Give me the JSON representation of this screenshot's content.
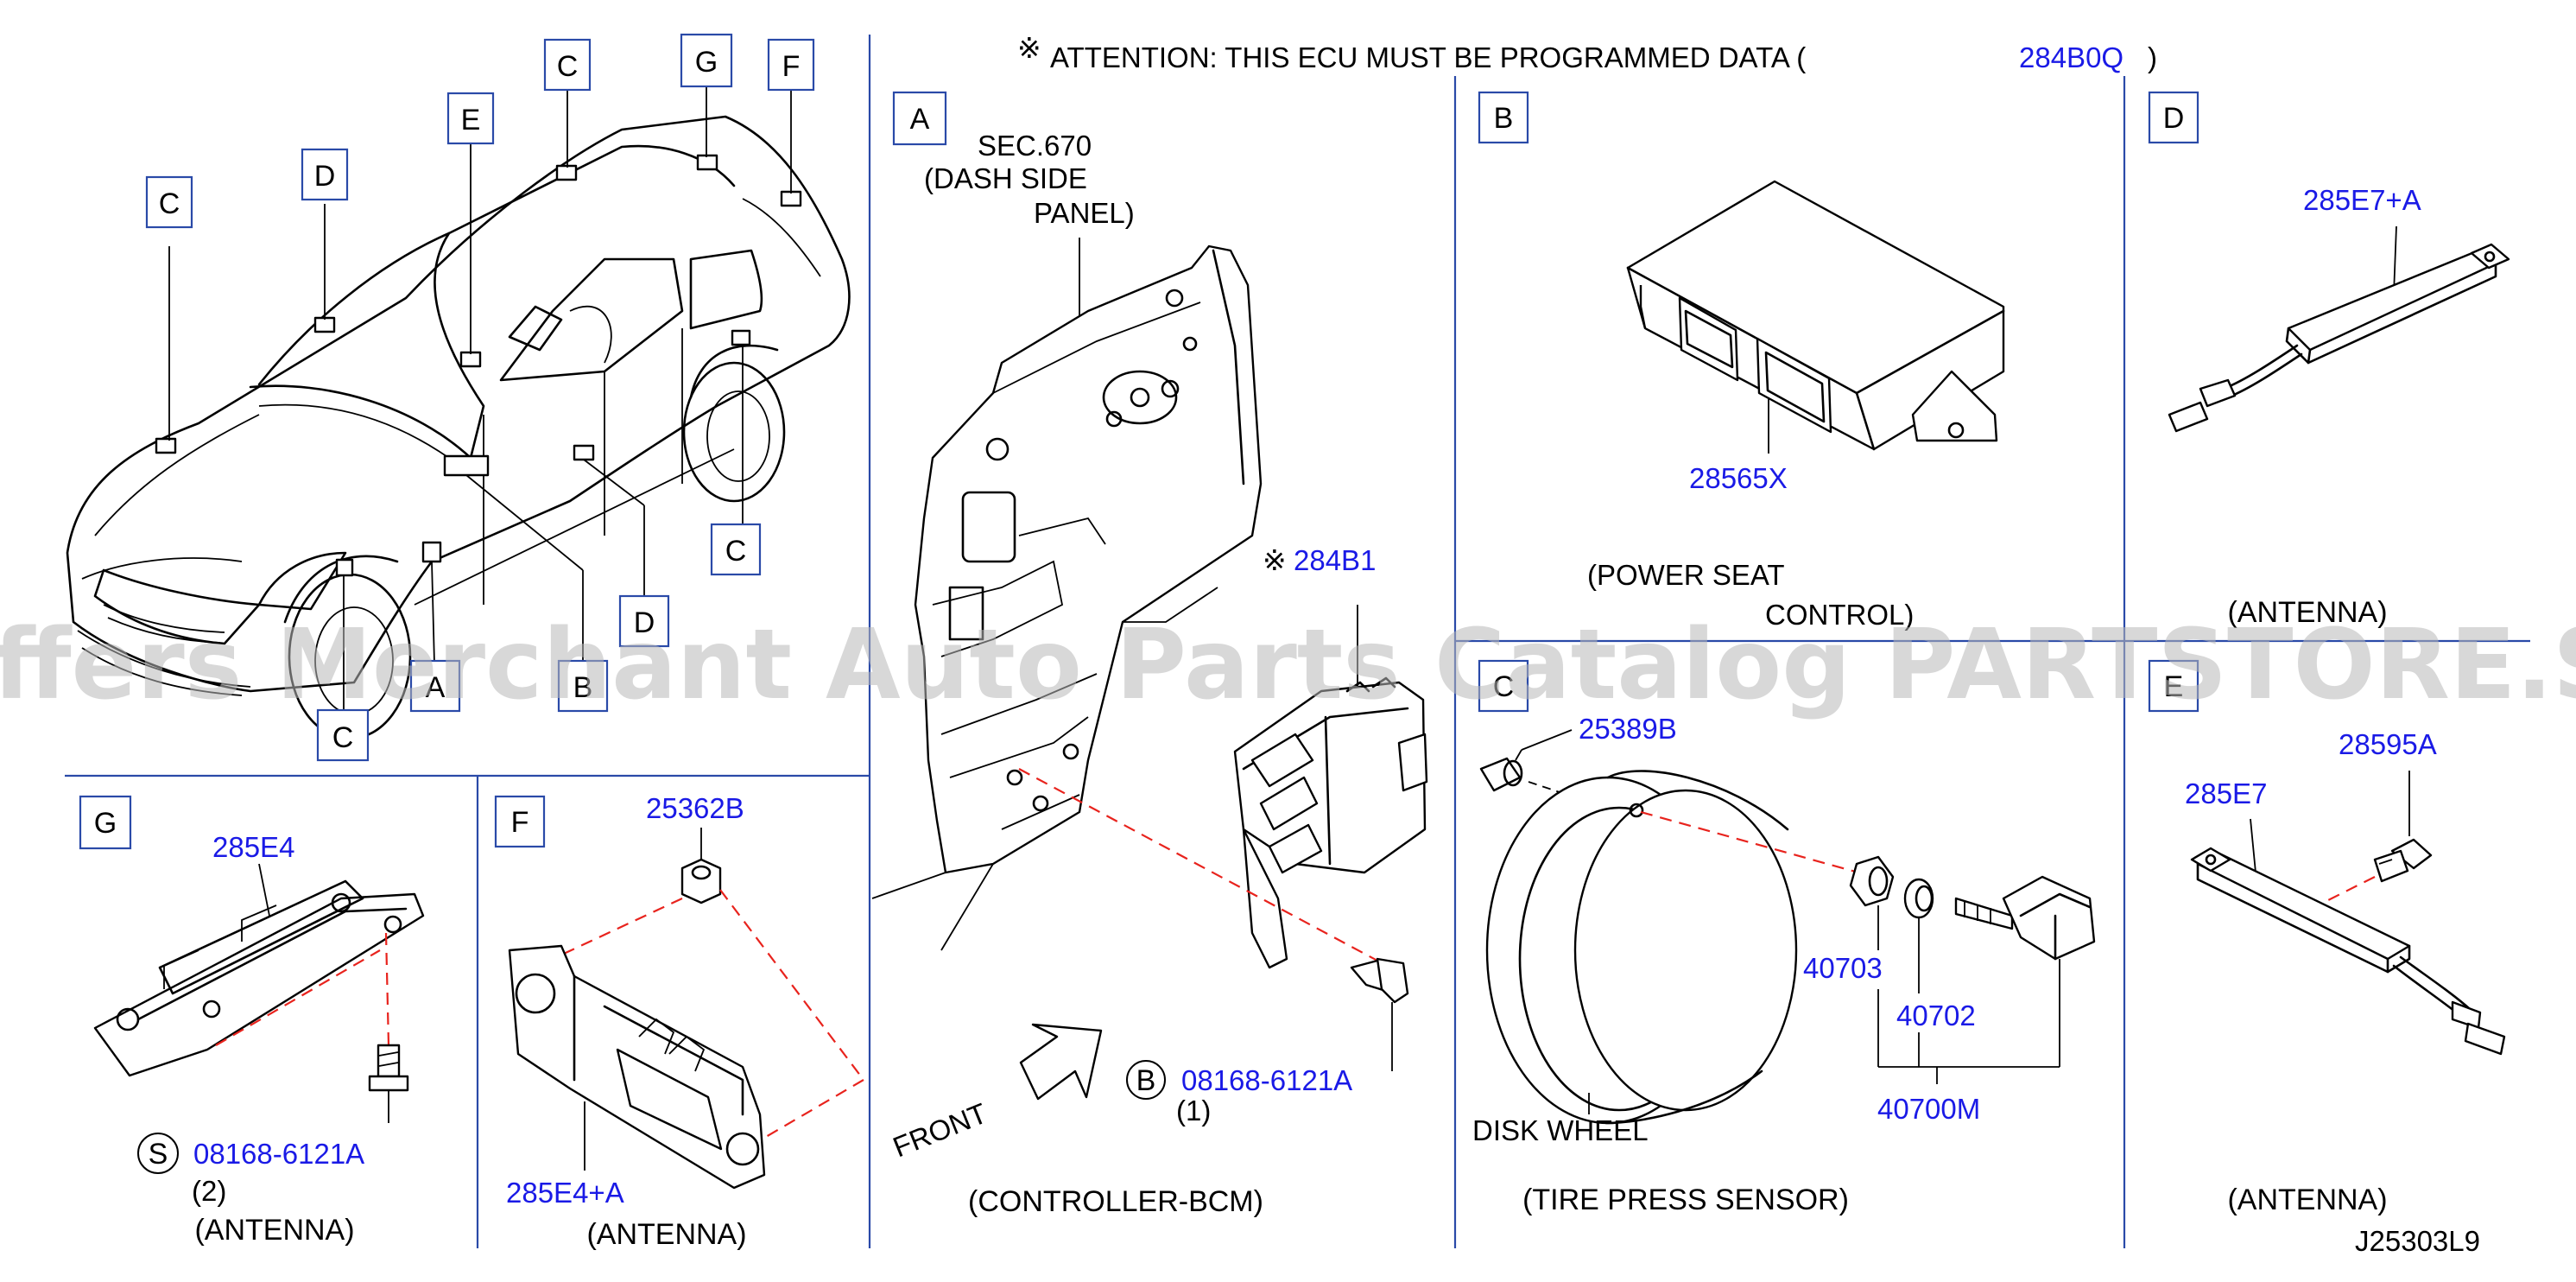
{
  "header": {
    "mark": "※",
    "attention": "ATTENTION:  THIS  ECU  MUST  BE  PROGRAMMED  DATA  (",
    "part": "284B0Q",
    "close": ")"
  },
  "watermark": "Offers Merchant Auto Parts Catalog PARTSTORE.SA",
  "diagram_code": "J25303L9",
  "car_view": {
    "callouts": [
      "C",
      "D",
      "E",
      "C",
      "G",
      "F",
      "C",
      "D",
      "A",
      "B",
      "C"
    ]
  },
  "panel_a": {
    "letter": "A",
    "sec_line1": "SEC.670",
    "sec_line2": "(DASH  SIDE",
    "sec_line3": "PANEL)",
    "ecu_mark": "※",
    "ecu_part": "284B1",
    "bolt_circle": "B",
    "bolt_part": "08168-6121A",
    "bolt_qty": "(1)",
    "front": "FRONT",
    "caption": "(CONTROLLER-BCM)"
  },
  "panel_b": {
    "letter": "B",
    "part": "28565X",
    "caption_line1": "(POWER  SEAT",
    "caption_line2": "CONTROL)"
  },
  "panel_d": {
    "letter": "D",
    "part": "285E7+A",
    "caption": "(ANTENNA)"
  },
  "panel_c": {
    "letter": "C",
    "cap_part": "25389B",
    "part_40703": "40703",
    "part_40702": "40702",
    "part_40700m": "40700M",
    "wheel_label": "DISK  WHEEL",
    "caption": "(TIRE  PRESS  SENSOR)"
  },
  "panel_e": {
    "letter": "E",
    "bolt_part": "28595A",
    "antenna_part": "285E7",
    "caption": "(ANTENNA)"
  },
  "panel_g": {
    "letter": "G",
    "part": "285E4",
    "bolt_circle": "S",
    "bolt_part": "08168-6121A",
    "bolt_qty": "(2)",
    "caption": "(ANTENNA)"
  },
  "panel_f": {
    "letter": "F",
    "nut_part": "25362B",
    "part": "285E4+A",
    "caption": "(ANTENNA)"
  }
}
